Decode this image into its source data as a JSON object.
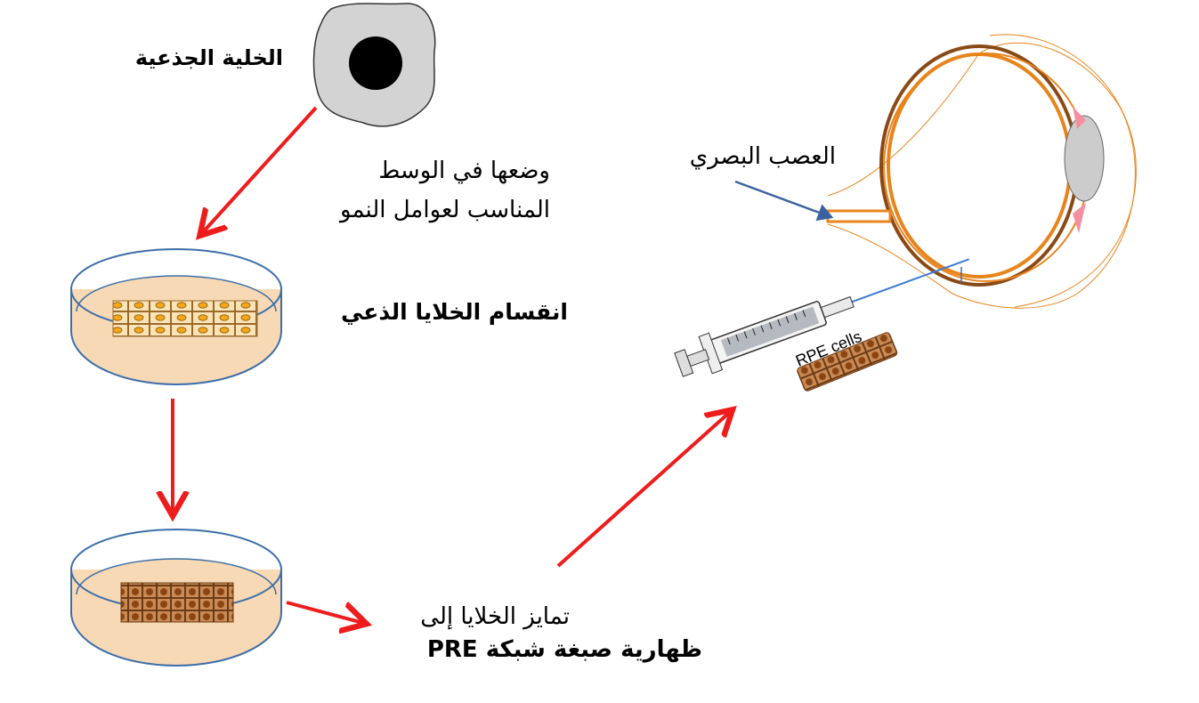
{
  "labels": {
    "stem_cell": "الخلية الجذعية",
    "culture_line1": "وضعها في الوسط",
    "culture_line2": "المناسب لعوامل النمو",
    "division": "انقسام الخلايا الذعي",
    "diff_line1": "تمايز الخلايا إلى",
    "diff_line2": "ظهارية صبغة شبكة PRE",
    "optic_nerve": "العصب البصري",
    "rpe_cells": "RPE cells"
  },
  "colors": {
    "arrow": "#ee1c1c",
    "dish_outline": "#3d6ea8",
    "medium": "#f8d9b6",
    "cell_gray": "#d3d3d3",
    "eye_orange": "#e8841c",
    "eye_brown": "#8a4a16",
    "rpe_brown": "#b5672d",
    "pointer_blue": "#3b62a0"
  },
  "icons": [
    "stem-cell-icon",
    "petri-dish-icon",
    "eye-icon",
    "syringe-icon",
    "rpe-cells-icon"
  ]
}
